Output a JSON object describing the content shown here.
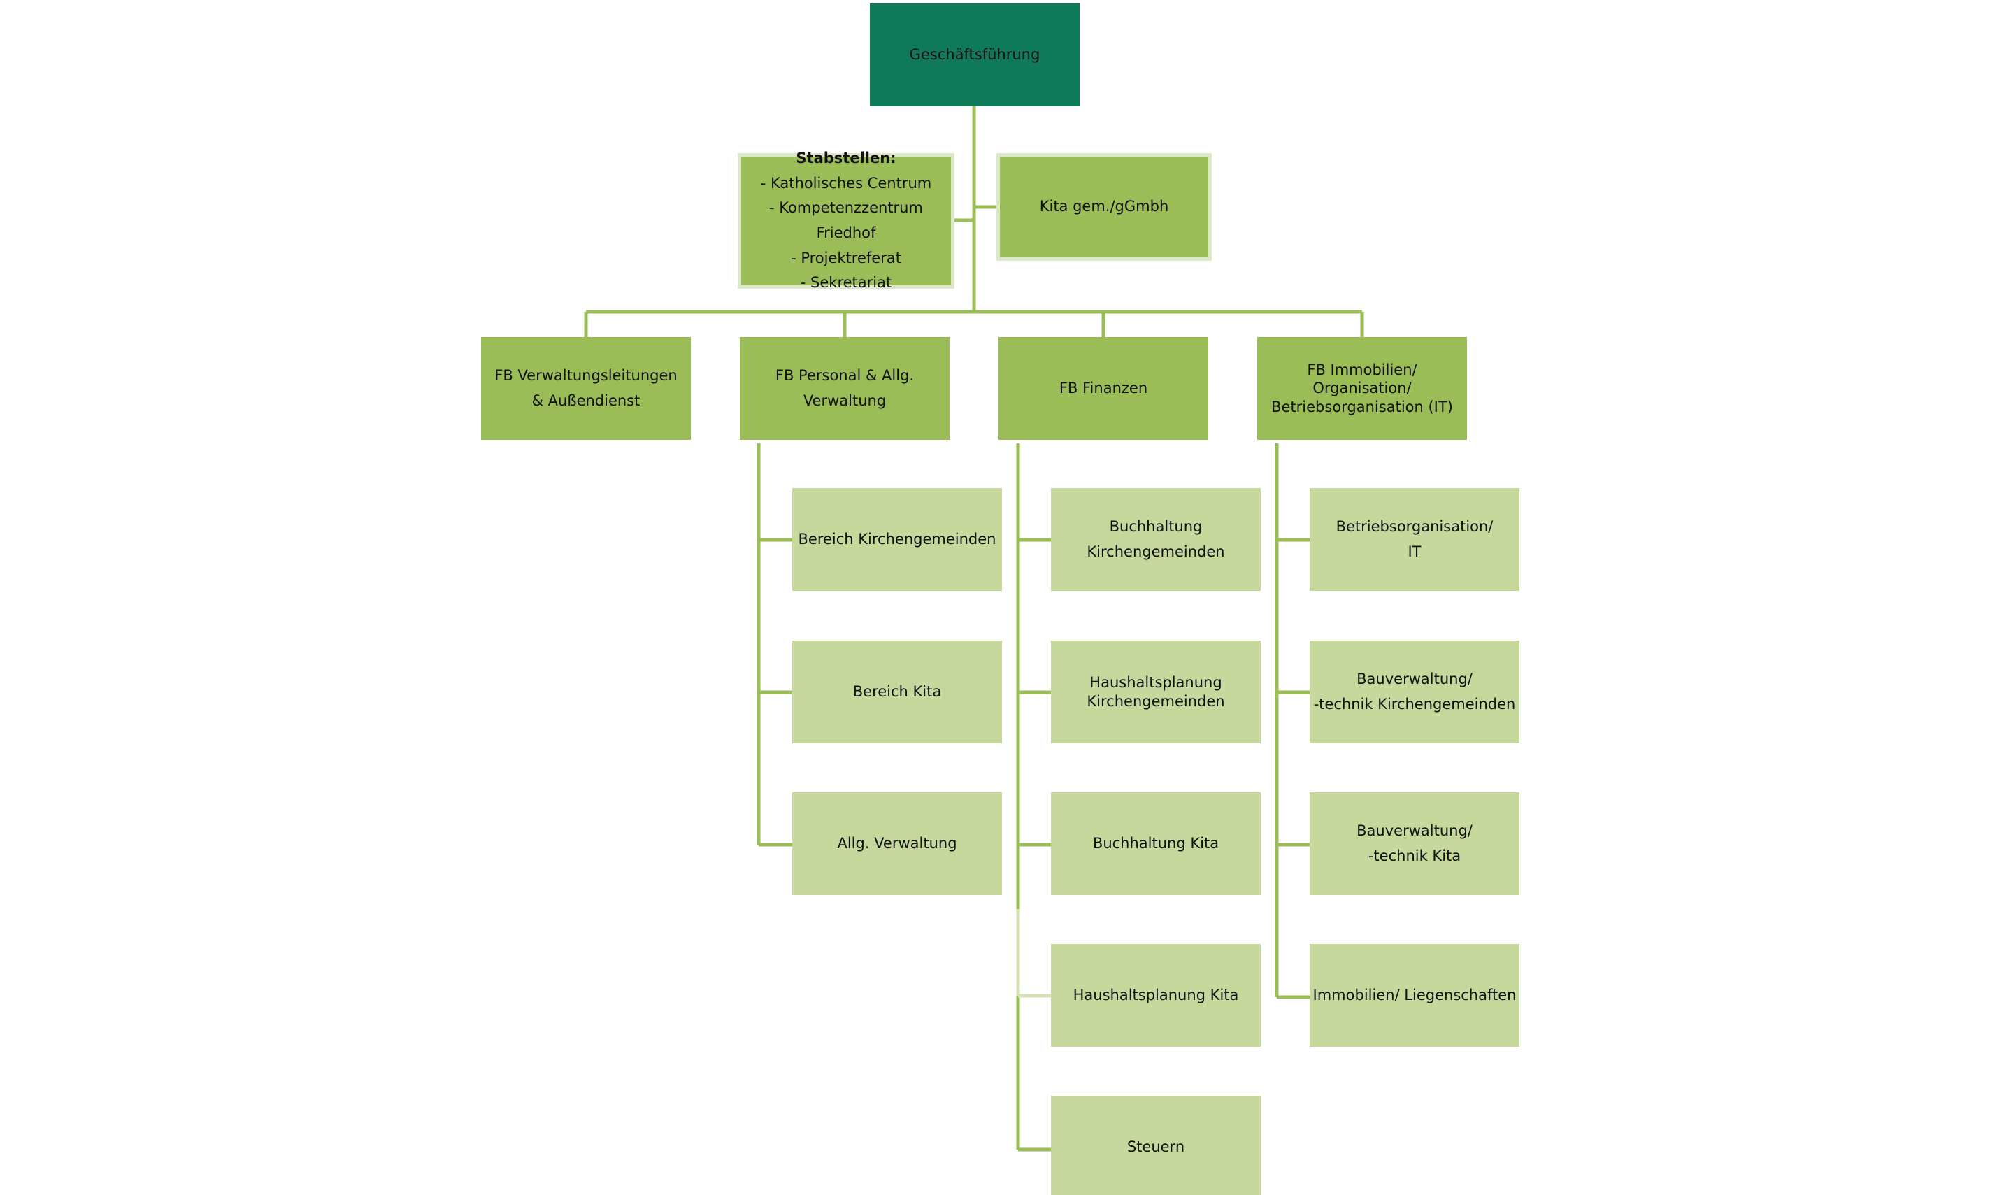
{
  "root": {
    "label": "Geschäftsführung"
  },
  "staff": {
    "title": "Stabstellen:",
    "items": [
      "- Katholisches Centrum",
      "- Kompetenzzentrum Friedhof",
      "- Projektreferat",
      "- Sekretariat"
    ]
  },
  "kita": {
    "label": "Kita gem./gGmbh"
  },
  "departments": [
    {
      "lines": [
        "FB Verwaltungsleitungen",
        "& Außendienst"
      ]
    },
    {
      "lines": [
        "FB Personal & Allg. Verwaltung"
      ]
    },
    {
      "lines": [
        "FB Finanzen"
      ]
    },
    {
      "lines": [
        "FB Immobilien/ Organisation/",
        "Betriebsorganisation (IT)"
      ]
    }
  ],
  "personal_units": [
    {
      "lines": [
        "Bereich Kirchengemeinden"
      ]
    },
    {
      "lines": [
        "Bereich Kita"
      ]
    },
    {
      "lines": [
        "Allg. Verwaltung"
      ]
    }
  ],
  "finanzen_units": [
    {
      "lines": [
        "Buchhaltung Kirchengemeinden"
      ]
    },
    {
      "lines": [
        "Haushaltsplanung",
        "Kirchengemeinden"
      ]
    },
    {
      "lines": [
        "Buchhaltung Kita"
      ]
    },
    {
      "lines": [
        "Haushaltsplanung Kita"
      ]
    },
    {
      "lines": [
        "Steuern"
      ]
    }
  ],
  "immobilien_units": [
    {
      "lines": [
        "Betriebsorganisation/",
        "IT"
      ]
    },
    {
      "lines": [
        "Bauverwaltung/",
        "-technik Kirchengemeinden"
      ]
    },
    {
      "lines": [
        "Bauverwaltung/",
        "-technik Kita"
      ]
    },
    {
      "lines": [
        "Immobilien/ Liegenschaften"
      ]
    }
  ],
  "colors": {
    "root_fill": "#0f7a5a",
    "mid_fill": "#9bbd58",
    "leaf_fill": "#c6d89c",
    "connector": "#9bbd58"
  }
}
